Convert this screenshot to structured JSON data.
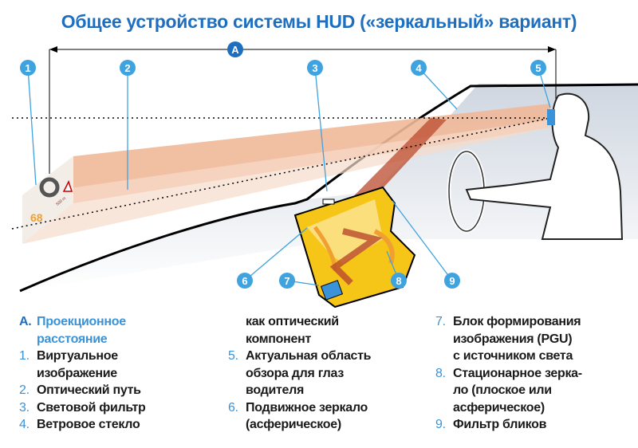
{
  "title": "Общее устройство системы HUD («зеркальный» вариант)",
  "colors": {
    "title": "#1e6fc0",
    "callout": "#3fa3e0",
    "beam": "#f0b898",
    "hud_box": "#f5c518"
  },
  "callouts": {
    "A": "A",
    "c1": "1",
    "c2": "2",
    "c3": "3",
    "c4": "4",
    "c5": "5",
    "c6": "6",
    "c7": "7",
    "c8": "8",
    "c9": "9"
  },
  "virtual_image": {
    "speed": "68",
    "distance": "500 m"
  },
  "legend": {
    "col1": [
      {
        "num": "A.",
        "lines": [
          "Проекционное",
          "расстояние"
        ]
      },
      {
        "num": "1.",
        "lines": [
          "Виртуальное",
          "изображение"
        ]
      },
      {
        "num": "2.",
        "lines": [
          "Оптический путь"
        ]
      },
      {
        "num": "3.",
        "lines": [
          "Световой фильтр"
        ]
      },
      {
        "num": "4.",
        "lines": [
          "Ветровое стекло",
          "как оптический",
          "компонент"
        ]
      }
    ],
    "col2": [
      {
        "num": "5.",
        "lines": [
          "Актуальная область",
          "обзора для глаз",
          "водителя"
        ]
      },
      {
        "num": "6.",
        "lines": [
          "Подвижное зеркало",
          "(асферическое)"
        ]
      }
    ],
    "col3": [
      {
        "num": "7.",
        "lines": [
          "Блок формирования",
          "изображения (PGU)",
          "с источником света"
        ]
      },
      {
        "num": "8.",
        "lines": [
          "Стационарное зерка-",
          "ло (плоское или",
          "асферическое)"
        ]
      },
      {
        "num": "9.",
        "lines": [
          "Фильтр бликов"
        ]
      }
    ]
  }
}
